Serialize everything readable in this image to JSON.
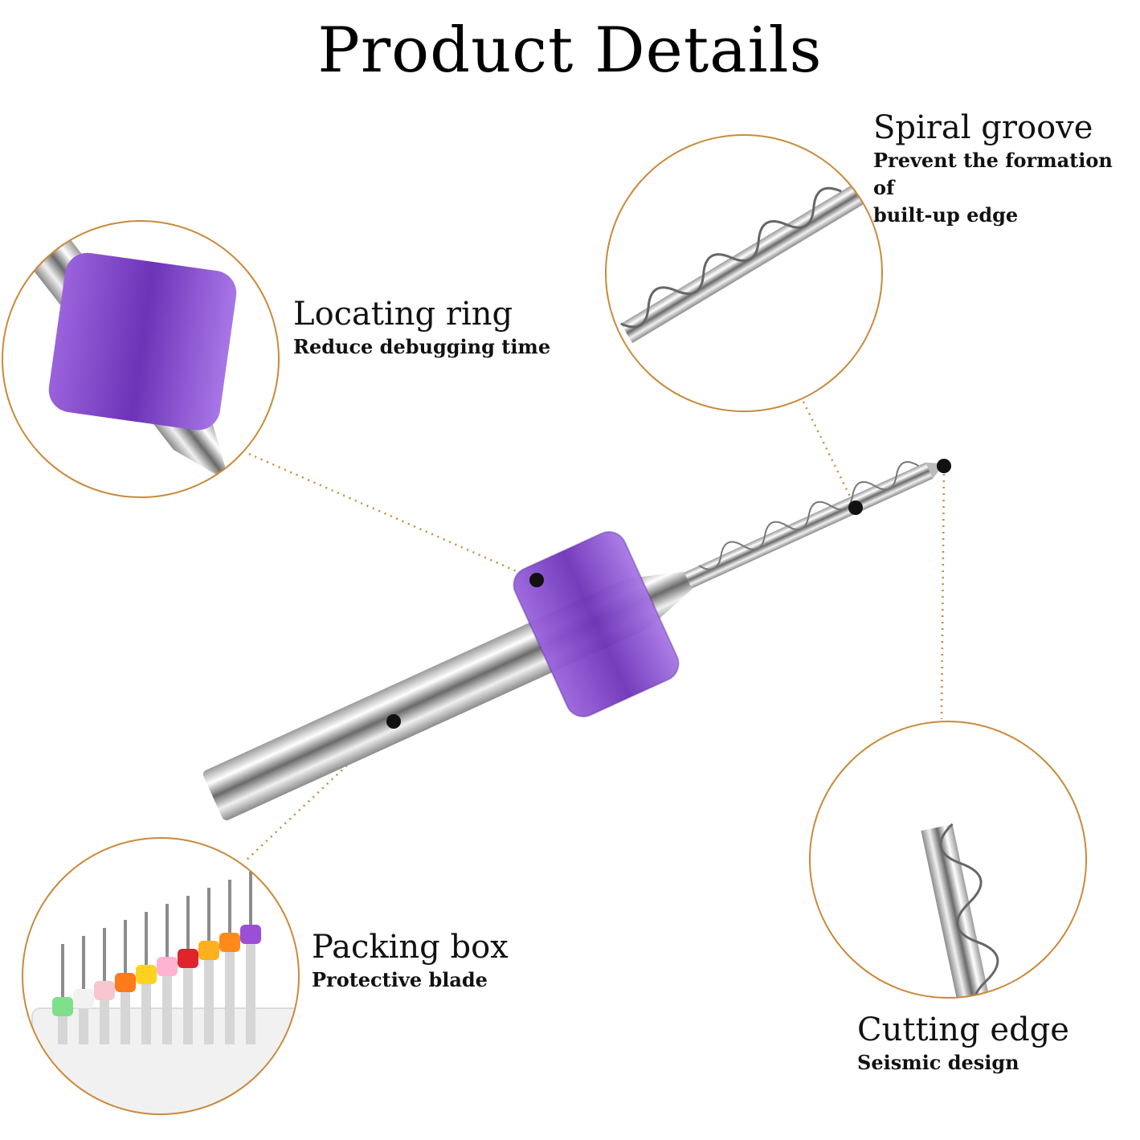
{
  "title": "Product Details",
  "features": {
    "spiral": {
      "heading": "Spiral groove",
      "desc_line1": "Prevent the formation of",
      "desc_line2": "built-up edge"
    },
    "ring": {
      "heading": "Locating ring",
      "desc": "Reduce debugging time"
    },
    "box": {
      "heading": "Packing box",
      "desc": "Protective blade"
    },
    "edge": {
      "heading": "Cutting edge",
      "desc": "Seismic design"
    }
  },
  "colors": {
    "circle_outline": "#c98a3a",
    "leader_dots": "#c98a3a",
    "ring_purple": "#8a4fd0",
    "cap_colors": [
      "#7ee08a",
      "#f2f2f2",
      "#f7c6cf",
      "#ff7a1a",
      "#ffd21f",
      "#ffb3d1",
      "#e0242c",
      "#ffb01f",
      "#ff8a1a",
      "#9b4fd6"
    ]
  }
}
